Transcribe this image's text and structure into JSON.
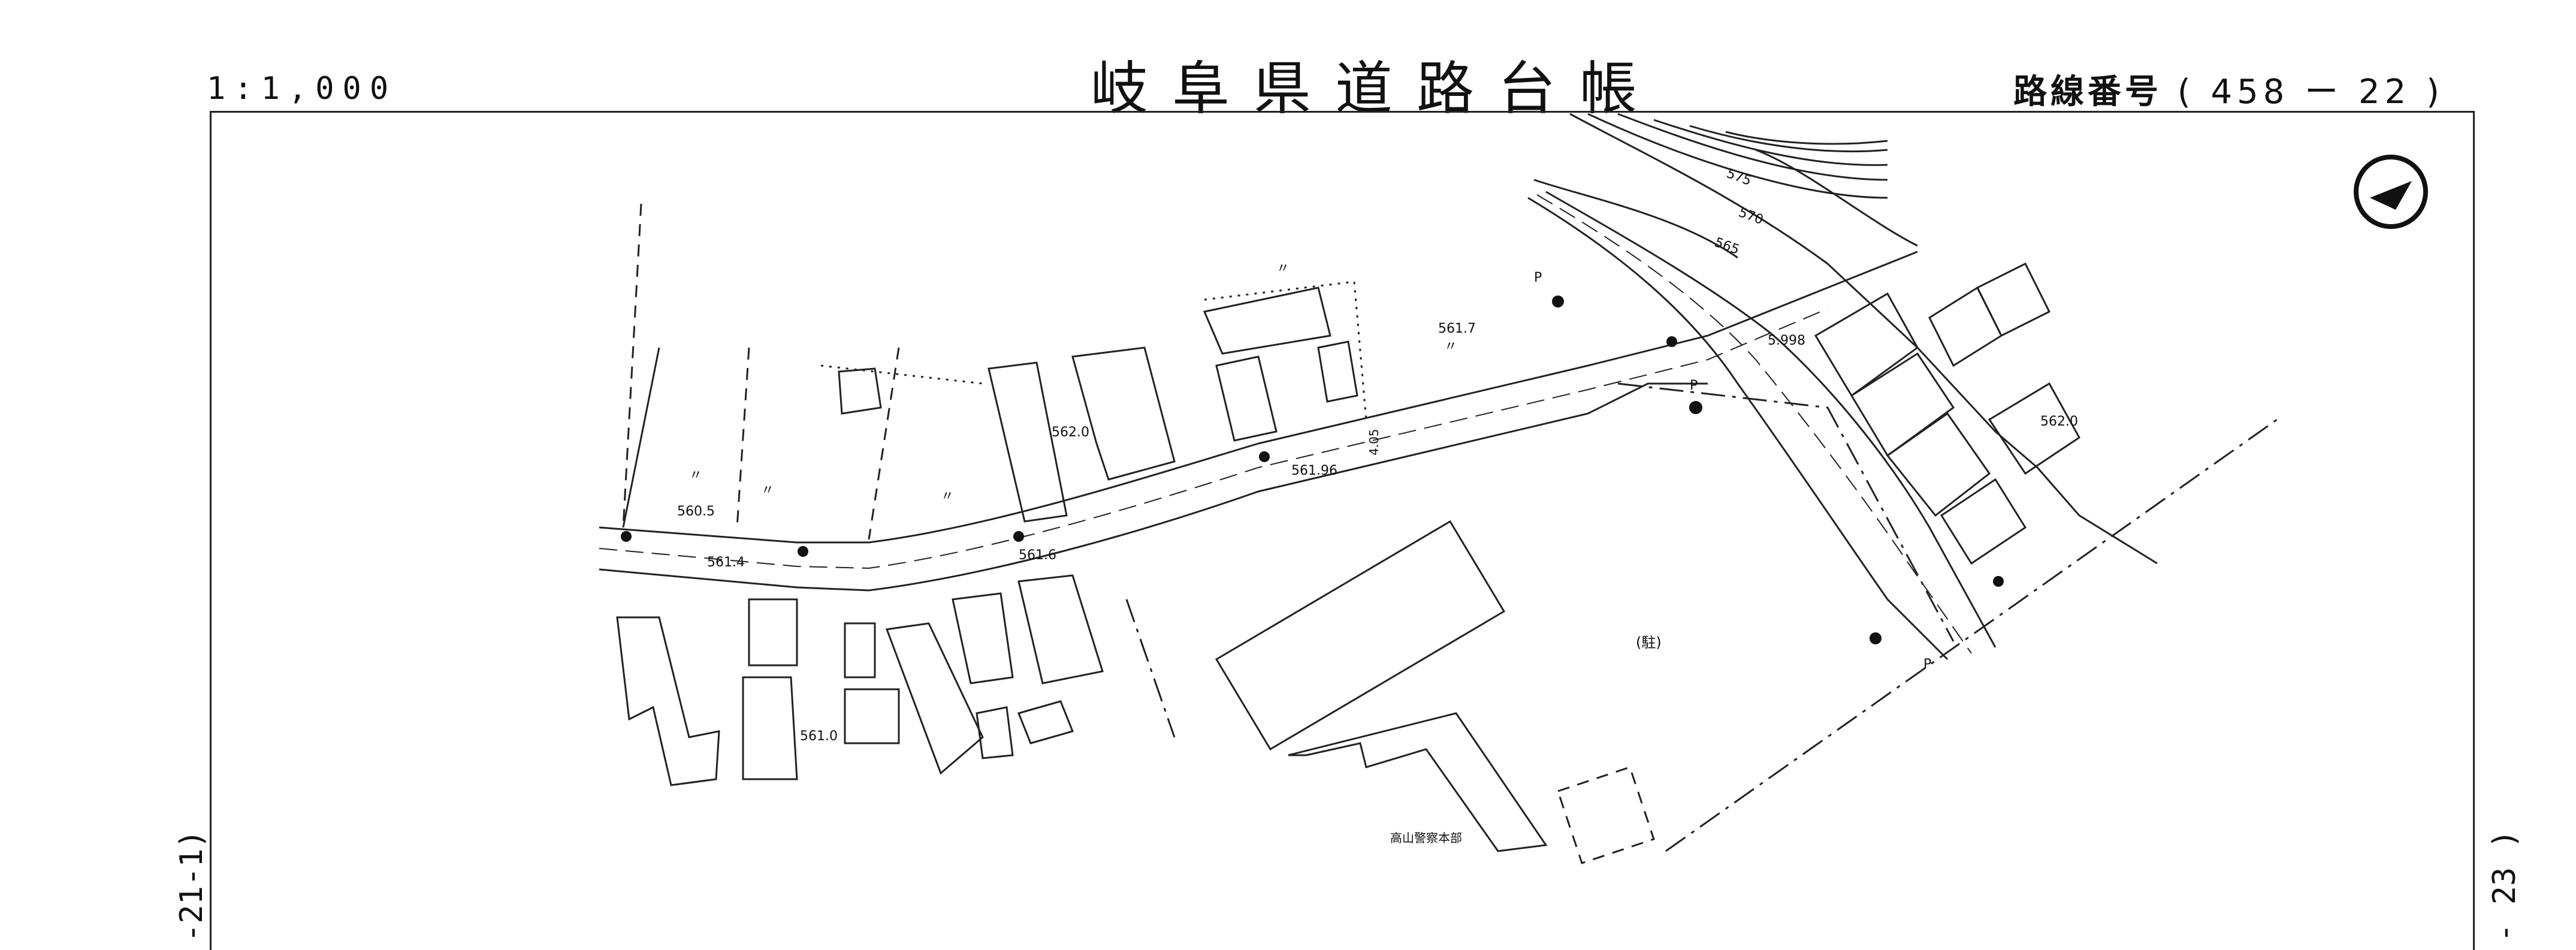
{
  "header": {
    "scale": "1:1,000",
    "title": "岐阜県道路台帳",
    "route_label": "路線番号",
    "route_number": "( 458 ー 22 )"
  },
  "margins": {
    "left_sheet_ref": "-21-1)",
    "right_sheet_ref": "- 23 )"
  },
  "map_labels": {
    "elev_5605": "560.5",
    "elev_5614": "561.4",
    "elev_5616": "561.6",
    "elev_56196": "561.96",
    "elev_5620_a": "562.0",
    "elev_5617": "561.7",
    "elev_5610": "561.0",
    "elev_5620_b": "562.0",
    "elev_5998": "5.998",
    "contour_575": "575",
    "contour_570": "570",
    "contour_565": "565",
    "parking": "(駐)",
    "police_hq": "高山警察本部",
    "road_width_num": "4.05",
    "p_a": "P",
    "p_b": "P",
    "p_c": "P",
    "ditto_1": "〃",
    "ditto_2": "〃",
    "ditto_3": "〃",
    "ditto_4": "〃",
    "ditto_5": "〃"
  },
  "symbols": {
    "north_arrow": "north-arrow-icon"
  }
}
